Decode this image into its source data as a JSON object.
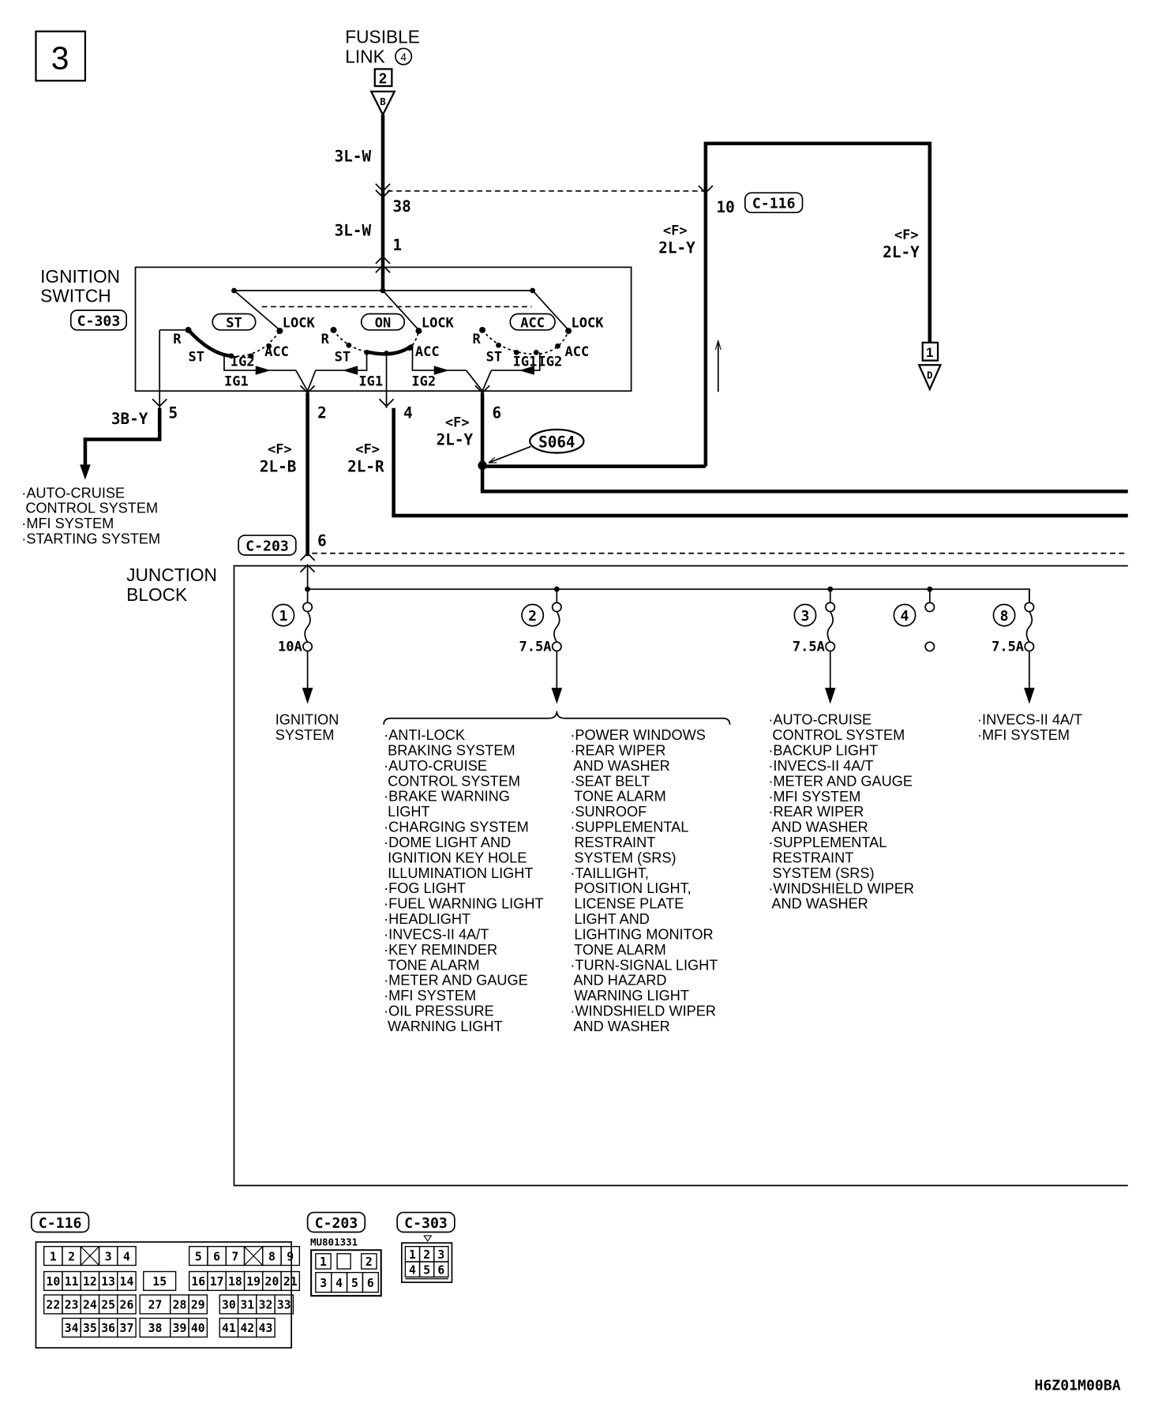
{
  "page_number": "3",
  "diagram_code": "H6Z01M00BA",
  "fusible_link": {
    "label_line1": "FUSIBLE",
    "label_line2": "LINK",
    "number": "4",
    "terminal": "2",
    "connector_letter": "B"
  },
  "wires": {
    "main_feed_upper": "3L-W",
    "main_feed_lower": "3L-W",
    "pin_38": "38",
    "pin_1": "1",
    "c116_pin": "10",
    "c116_connector": "C-116",
    "right_loop_code_left": "2L-Y",
    "right_loop_code_right": "2L-Y",
    "f_marker": "<F>",
    "right_terminal": "1",
    "right_connector_letter": "D",
    "pin5_code": "3B-Y",
    "pin5": "5",
    "pin2": "2",
    "pin2_code": "2L-B",
    "pin4": "4",
    "pin4_code": "2L-R",
    "pin6": "6",
    "pin6_code": "2L-Y",
    "splice": "S064",
    "c203_connector": "C-203",
    "c203_pin": "6"
  },
  "ignition_switch": {
    "label_line1": "IGNITION",
    "label_line2": "SWITCH",
    "connector": "C-303",
    "positions": [
      "ST",
      "ON",
      "ACC"
    ],
    "lock": "LOCK",
    "acc": "ACC",
    "r": "R",
    "st": "ST",
    "ig1": "IG1",
    "ig2": "IG2"
  },
  "pin5_destinations": [
    "·AUTO-CRUISE",
    " CONTROL SYSTEM",
    "·MFI SYSTEM",
    "·STARTING SYSTEM"
  ],
  "junction_block": {
    "label_line1": "JUNCTION",
    "label_line2": "BLOCK",
    "fuses": [
      {
        "number": "1",
        "rating": "10A"
      },
      {
        "number": "2",
        "rating": "7.5A"
      },
      {
        "number": "3",
        "rating": "7.5A"
      },
      {
        "number": "4",
        "rating": ""
      },
      {
        "number": "8",
        "rating": "7.5A"
      }
    ]
  },
  "fuse1_destination": [
    "IGNITION",
    "SYSTEM"
  ],
  "fuse2_destinations_col1": [
    "·ANTI-LOCK",
    " BRAKING SYSTEM",
    "·AUTO-CRUISE",
    " CONTROL SYSTEM",
    "·BRAKE WARNING",
    " LIGHT",
    "·CHARGING SYSTEM",
    "·DOME LIGHT AND",
    " IGNITION KEY HOLE",
    " ILLUMINATION LIGHT",
    "·FOG LIGHT",
    "·FUEL WARNING LIGHT",
    "·HEADLIGHT",
    "·INVECS-II 4A/T",
    "·KEY REMINDER",
    " TONE ALARM",
    "·METER AND GAUGE",
    "·MFI SYSTEM",
    "·OIL PRESSURE",
    " WARNING LIGHT"
  ],
  "fuse2_destinations_col2": [
    "·POWER WINDOWS",
    "·REAR WIPER",
    " AND WASHER",
    "·SEAT BELT",
    " TONE ALARM",
    "·SUNROOF",
    "·SUPPLEMENTAL",
    " RESTRAINT",
    " SYSTEM (SRS)",
    "·TAILLIGHT,",
    " POSITION LIGHT,",
    " LICENSE PLATE",
    " LIGHT AND",
    " LIGHTING MONITOR",
    " TONE ALARM",
    "·TURN-SIGNAL LIGHT",
    " AND HAZARD",
    " WARNING LIGHT",
    "·WINDSHIELD WIPER",
    " AND WASHER"
  ],
  "fuse3_destinations": [
    "·AUTO-CRUISE",
    " CONTROL SYSTEM",
    "·BACKUP LIGHT",
    "·INVECS-II 4A/T",
    "·METER AND GAUGE",
    "·MFI SYSTEM",
    "·REAR WIPER",
    " AND WASHER",
    "·SUPPLEMENTAL",
    " RESTRAINT",
    " SYSTEM (SRS)",
    "·WINDSHIELD WIPER",
    " AND WASHER"
  ],
  "fuse8_destinations": [
    "·INVECS-II 4A/T",
    "·MFI SYSTEM"
  ],
  "connectors": {
    "c116": {
      "name": "C-116",
      "row1": [
        "1",
        "2",
        "",
        "3",
        "4",
        "5",
        "6",
        "7",
        "",
        "8",
        "9"
      ],
      "row2": [
        "10",
        "11",
        "12",
        "13",
        "14",
        "15",
        "16",
        "17",
        "18",
        "19",
        "20",
        "21"
      ],
      "row3": [
        "22",
        "23",
        "24",
        "25",
        "26",
        "27",
        "28",
        "29",
        "30",
        "31",
        "32",
        "33"
      ],
      "row4": [
        "34",
        "35",
        "36",
        "37",
        "38",
        "39",
        "40",
        "41",
        "42",
        "43"
      ]
    },
    "c203": {
      "name": "C-203",
      "part_number": "MU801331",
      "pins": [
        "1",
        "2",
        "3",
        "4",
        "5",
        "6"
      ]
    },
    "c303": {
      "name": "C-303",
      "pins": [
        "1",
        "2",
        "3",
        "4",
        "5",
        "6"
      ]
    }
  }
}
